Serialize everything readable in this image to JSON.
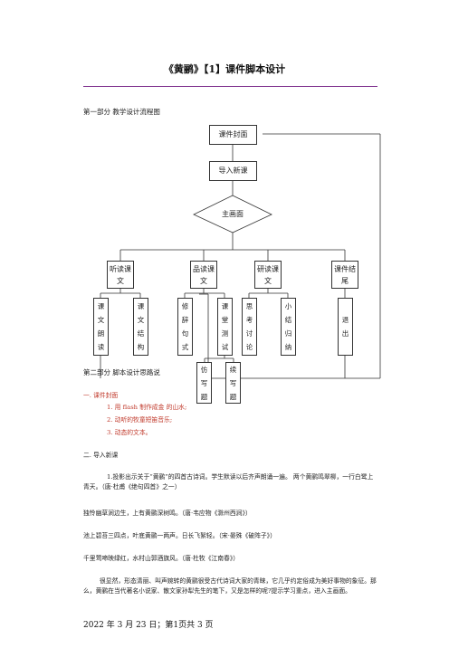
{
  "title": "《黄鹂》【1】课件脚本设计",
  "part1": "第一部分    教学设计流程图",
  "flow": {
    "cover": "课件封面",
    "intro": "导入新课",
    "main": "主画面",
    "b1": "听读课文",
    "b2": "品读课文",
    "b3": "研读课文",
    "b4": "课件结尾",
    "s1": "课文朗读",
    "s2": "课文结构",
    "s3": "修辞句式",
    "s4": "课堂测试",
    "s5": "思考讨论",
    "s6": "小结归纳",
    "s7": "退出",
    "t1": "仿写题",
    "t2": "续写题"
  },
  "part2": "第二部分    脚本设计思路说",
  "sec1": {
    "heading": "一.    课件封面",
    "items": [
      "1.  用 flash 制作成金              的山水;",
      "2.  动听的牧童短笛音乐;",
      "3.  动态的文本。"
    ]
  },
  "sec2": {
    "heading": "二.  导入新课",
    "p1": "1.投影出示关于“黄鹂”的四首古诗词。学生默读以后齐声朗诵一遍。      两个黄鹂鸣翠柳，一行白鹭上青天。（唐·杜甫《绝句四首》之一）",
    "p2": "独怜幽草涧边生，上有黄鹂深树鸣。（唐·韦应物《滁州西涧》）",
    "p3": "池上碧苔三四点，叶底黄鹂一两声。日长飞絮轻。（宋·晏殊《破阵子》）",
    "p4": "千里莺啼映绿红，水村山郭酒旗风。（唐·杜牧《江南春》）",
    "p5": "很显然，形态清丽、叫声婉转的黄鹂很受古代诗词大家的青睐，它几乎约定俗成为美好事物的象征。那么，黄鹂在当代著名小说家、散文家孙犁先生的笔下，又是怎样的呢?提示学习重点，进入主画面。"
  },
  "footer": "2022 年 3 月 23 日；第1页共 3 页"
}
